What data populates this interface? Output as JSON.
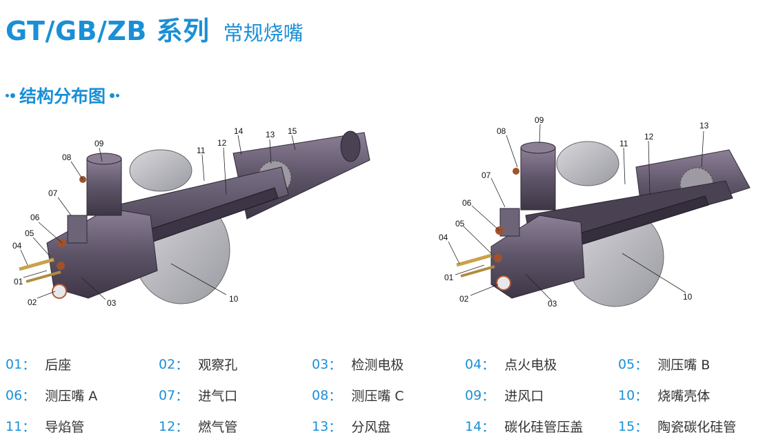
{
  "header": {
    "title": "GT/GB/ZB 系列",
    "subtitle": "常规烧嘴"
  },
  "section": {
    "title": "结构分布图"
  },
  "colors": {
    "accent": "#1a8fd6",
    "text": "#333333"
  },
  "figure_left": {
    "callouts": [
      "01",
      "02",
      "03",
      "04",
      "05",
      "06",
      "07",
      "08",
      "09",
      "10",
      "11",
      "12",
      "13",
      "14",
      "15"
    ]
  },
  "figure_right": {
    "callouts": [
      "01",
      "02",
      "03",
      "04",
      "05",
      "06",
      "07",
      "08",
      "09",
      "10",
      "11",
      "12",
      "13"
    ]
  },
  "legend": {
    "separator": "：",
    "rows": [
      [
        {
          "code": "01",
          "name": "后座"
        },
        {
          "code": "02",
          "name": "观察孔"
        },
        {
          "code": "03",
          "name": "检测电极"
        },
        {
          "code": "04",
          "name": "点火电极"
        },
        {
          "code": "05",
          "name": "测压嘴 B"
        }
      ],
      [
        {
          "code": "06",
          "name": "测压嘴 A"
        },
        {
          "code": "07",
          "name": "进气口"
        },
        {
          "code": "08",
          "name": "测压嘴 C"
        },
        {
          "code": "09",
          "name": "进风口"
        },
        {
          "code": "10",
          "name": "烧嘴壳体"
        }
      ],
      [
        {
          "code": "11",
          "name": "导焰管"
        },
        {
          "code": "12",
          "name": "燃气管"
        },
        {
          "code": "13",
          "name": "分风盘"
        },
        {
          "code": "14",
          "name": "碳化硅管压盖"
        },
        {
          "code": "15",
          "name": "陶瓷碳化硅管"
        }
      ]
    ]
  }
}
